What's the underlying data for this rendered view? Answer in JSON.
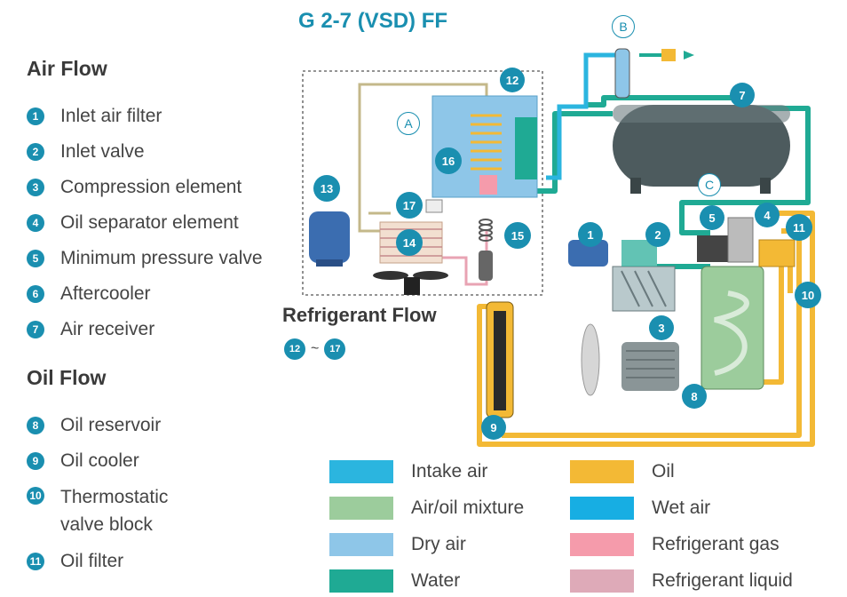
{
  "title": "G 2-7 (VSD) FF",
  "air_flow": {
    "heading": "Air Flow",
    "items": [
      {
        "num": "1",
        "label": "Inlet air filter"
      },
      {
        "num": "2",
        "label": "Inlet valve"
      },
      {
        "num": "3",
        "label": "Compression element"
      },
      {
        "num": "4",
        "label": "Oil separator element"
      },
      {
        "num": "5",
        "label": "Minimum pressure valve"
      },
      {
        "num": "6",
        "label": "Aftercooler"
      },
      {
        "num": "7",
        "label": "Air receiver"
      }
    ]
  },
  "oil_flow": {
    "heading": "Oil Flow",
    "items": [
      {
        "num": "8",
        "label": "Oil reservoir"
      },
      {
        "num": "9",
        "label": "Oil cooler"
      },
      {
        "num": "10",
        "label": "Thermostatic valve block"
      },
      {
        "num": "11",
        "label": "Oil filter"
      }
    ]
  },
  "refrigerant": {
    "heading": "Refrigerant Flow",
    "range_start": "12",
    "range_sep": "~",
    "range_end": "17"
  },
  "diagram_labels": {
    "A": "A",
    "B": "B",
    "C": "C",
    "n1": "1",
    "n2": "2",
    "n3": "3",
    "n4": "4",
    "n5": "5",
    "n7": "7",
    "n8": "8",
    "n9": "9",
    "n10": "10",
    "n11": "11",
    "n12": "12",
    "n13": "13",
    "n14": "14",
    "n15": "15",
    "n16": "16",
    "n17": "17"
  },
  "legend": [
    {
      "label": "Intake air",
      "color": "#2bb5df"
    },
    {
      "label": "Air/oil mixture",
      "color": "#9ccc9c"
    },
    {
      "label": "Dry air",
      "color": "#8ec6e8"
    },
    {
      "label": "Water",
      "color": "#1faa94"
    },
    {
      "label": "Oil",
      "color": "#f3b935"
    },
    {
      "label": "Wet air",
      "color": "#17aee3"
    },
    {
      "label": "Refrigerant gas",
      "color": "#f59bab"
    },
    {
      "label": "Refrigerant liquid",
      "color": "#deaab8"
    }
  ],
  "colors": {
    "accent": "#1a8fb0",
    "oil": "#f3b935",
    "water": "#1faa94",
    "wet_air": "#17aee3",
    "dry_air": "#8ec6e8",
    "refrigerant_gas": "#f59bab",
    "refrigerant_liquid": "#deaab8"
  }
}
